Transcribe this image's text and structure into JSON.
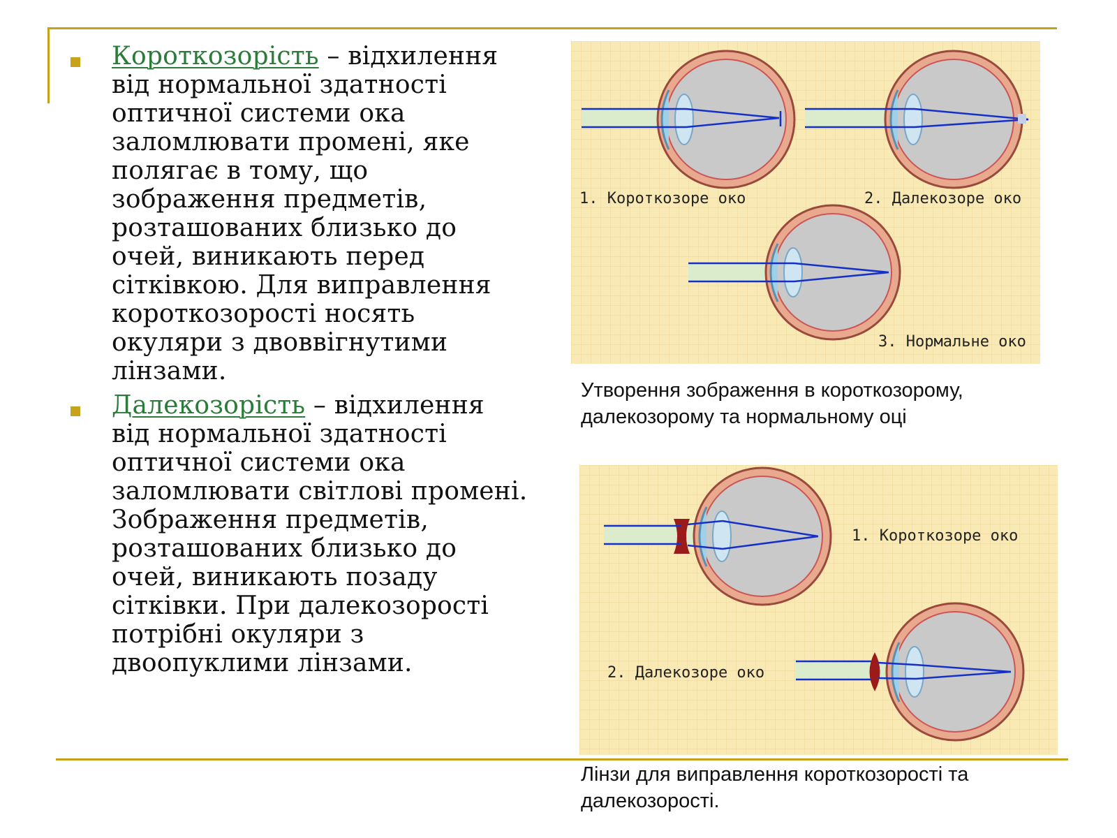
{
  "bullets": [
    {
      "term": "Короткозорість",
      "text": " – відхилення від нормальної здатності оптичної системи ока заломлювати промені, яке полягає в тому, що зображення предметів, розташованих близько до очей, виникають перед сітківкою. Для виправлення короткозорості носять окуляри з двоввігнутими лінзами."
    },
    {
      "term": "Далекозорість",
      "text": " – відхилення від нормальної здатності оптичної системи ока заломлювати світлові промені. Зображення предметів, розташованих близько до очей, виникають позаду сітківки. При далекозорості потрібні окуляри з двоопуклими лінзами."
    }
  ],
  "figure1": {
    "label_1": "1. Короткозоре око",
    "label_2": "2. Далекозоре око",
    "label_3": "3. Нормальне око",
    "caption": "Утворення зображення в короткозорому, далекозорому та нормальному оці"
  },
  "figure2": {
    "label_1": "1. Короткозоре око",
    "label_2": "2. Далекозоре око",
    "caption": "Лінзи для виправлення короткозорості та далекозорості."
  },
  "colors": {
    "accent": "#c5a21c",
    "link": "#2c7b3a",
    "figure_bg": "#f8e9b5",
    "ray": "#1530c8",
    "lens_red": "#9b1a1a"
  }
}
